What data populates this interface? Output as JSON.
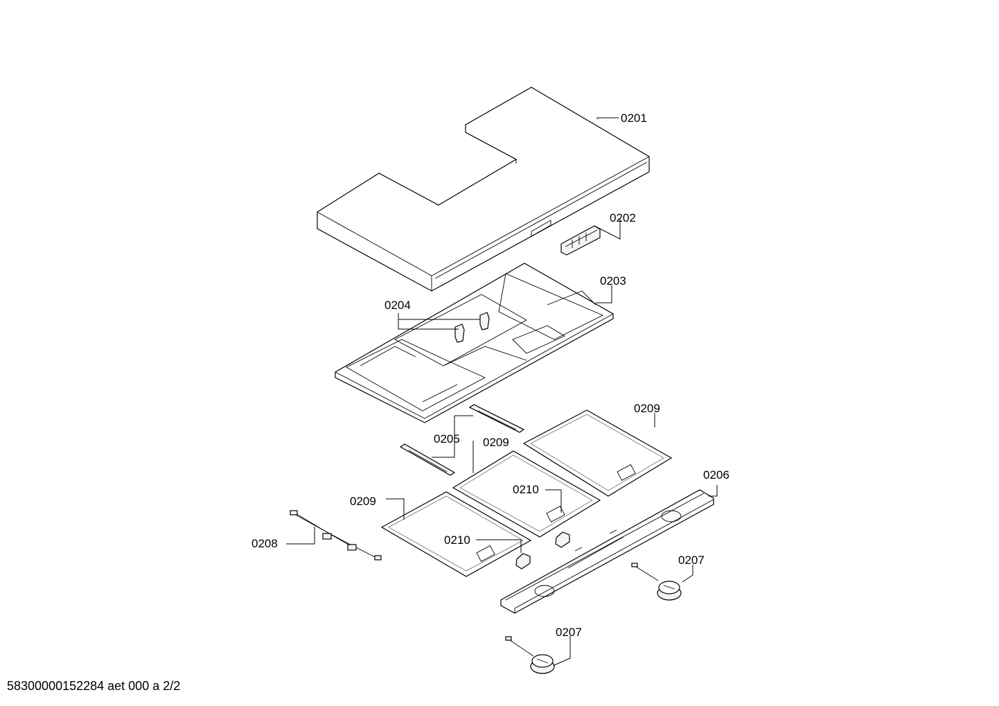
{
  "labels": {
    "p0201": "0201",
    "p0202": "0202",
    "p0203": "0203",
    "p0204": "0204",
    "p0205": "0205",
    "p0206": "0206",
    "p0207a": "0207",
    "p0207b": "0207",
    "p0208": "0208",
    "p0209a": "0209",
    "p0209b": "0209",
    "p0209c": "0209",
    "p0210a": "0210",
    "p0210b": "0210"
  },
  "footer": {
    "doc_id": "58300000152284 aet 000 a 2/2"
  }
}
